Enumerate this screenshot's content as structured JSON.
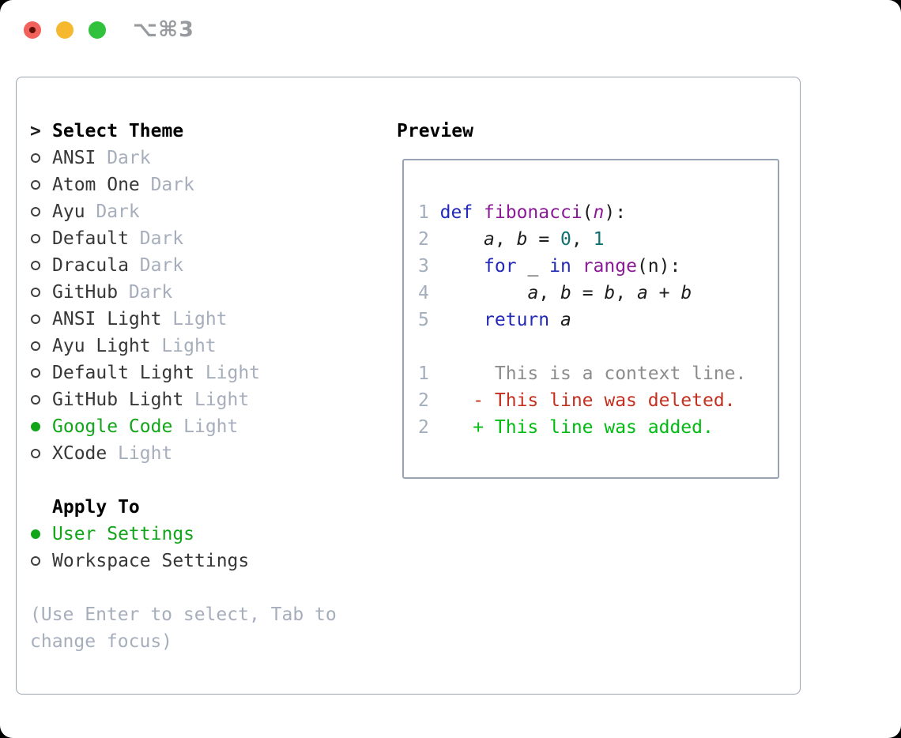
{
  "window": {
    "shortcut": "⌥⌘3"
  },
  "colors": {
    "selected_green": "#12a51a",
    "added_green": "#00bb11",
    "deleted_red": "#c4301f",
    "keyword_blue": "#2228b8",
    "function_purple": "#8a1a96",
    "literal_teal": "#0e7070",
    "muted_gray": "#a6aebc",
    "traffic_red": "#f2615b",
    "traffic_yellow": "#f5b82f",
    "traffic_green": "#31c13d",
    "border_gray": "#9aa3b4"
  },
  "theme_selector": {
    "cursor": ">",
    "title": "Select Theme",
    "items": [
      {
        "name": "ANSI",
        "variant": "Dark",
        "state": "unselected"
      },
      {
        "name": "Atom One",
        "variant": "Dark",
        "state": "unselected"
      },
      {
        "name": "Ayu",
        "variant": "Dark",
        "state": "unselected"
      },
      {
        "name": "Default",
        "variant": "Dark",
        "state": "unselected"
      },
      {
        "name": "Dracula",
        "variant": "Dark",
        "state": "unselected"
      },
      {
        "name": "GitHub",
        "variant": "Dark",
        "state": "unselected"
      },
      {
        "name": "ANSI Light",
        "variant": "Light",
        "state": "unselected"
      },
      {
        "name": "Ayu Light",
        "variant": "Light",
        "state": "unselected"
      },
      {
        "name": "Default Light",
        "variant": "Light",
        "state": "unselected"
      },
      {
        "name": "GitHub Light",
        "variant": "Light",
        "state": "unselected"
      },
      {
        "name": "Google Code",
        "variant": "Light",
        "state": "selected"
      },
      {
        "name": "XCode",
        "variant": "Light",
        "state": "unselected"
      }
    ]
  },
  "apply_to": {
    "title": "Apply To",
    "options": [
      {
        "name": "User Settings",
        "state": "selected"
      },
      {
        "name": "Workspace Settings",
        "state": "unselected"
      }
    ]
  },
  "hint": "(Use Enter to select, Tab to change focus)",
  "preview": {
    "title": "Preview",
    "code_lines": [
      {
        "num": "1",
        "tokens": [
          {
            "text": "def ",
            "style": "kw"
          },
          {
            "text": "fibonacci",
            "style": "fn"
          },
          {
            "text": "(",
            "style": "pun"
          },
          {
            "text": "n",
            "style": "fn-arg"
          },
          {
            "text": "):",
            "style": "pun"
          }
        ]
      },
      {
        "num": "2",
        "tokens": [
          {
            "text": "    ",
            "style": "pln"
          },
          {
            "text": "a",
            "style": "var"
          },
          {
            "text": ", ",
            "style": "pln"
          },
          {
            "text": "b",
            "style": "var"
          },
          {
            "text": " = ",
            "style": "pln"
          },
          {
            "text": "0",
            "style": "lit"
          },
          {
            "text": ", ",
            "style": "pln"
          },
          {
            "text": "1",
            "style": "lit"
          }
        ]
      },
      {
        "num": "3",
        "tokens": [
          {
            "text": "    ",
            "style": "pln"
          },
          {
            "text": "for",
            "style": "kw"
          },
          {
            "text": " _ ",
            "style": "pln"
          },
          {
            "text": "in",
            "style": "kw"
          },
          {
            "text": " ",
            "style": "pln"
          },
          {
            "text": "range",
            "style": "fn"
          },
          {
            "text": "(n):",
            "style": "pun"
          }
        ]
      },
      {
        "num": "4",
        "tokens": [
          {
            "text": "        ",
            "style": "pln"
          },
          {
            "text": "a",
            "style": "var"
          },
          {
            "text": ", ",
            "style": "pln"
          },
          {
            "text": "b",
            "style": "var"
          },
          {
            "text": " = ",
            "style": "pln"
          },
          {
            "text": "b",
            "style": "var"
          },
          {
            "text": ", ",
            "style": "pln"
          },
          {
            "text": "a",
            "style": "var"
          },
          {
            "text": " + ",
            "style": "pln"
          },
          {
            "text": "b",
            "style": "var"
          }
        ]
      },
      {
        "num": "5",
        "tokens": [
          {
            "text": "    ",
            "style": "pln"
          },
          {
            "text": "return",
            "style": "kw"
          },
          {
            "text": " ",
            "style": "pln"
          },
          {
            "text": "a",
            "style": "var"
          }
        ]
      },
      {
        "num": "",
        "tokens": []
      },
      {
        "num": "1",
        "tokens": [
          {
            "text": "     This is a context line.",
            "style": "ctx"
          }
        ]
      },
      {
        "num": "2",
        "tokens": [
          {
            "text": "   - This line was deleted.",
            "style": "del"
          }
        ]
      },
      {
        "num": "2",
        "tokens": [
          {
            "text": "   + This line was added.",
            "style": "add"
          }
        ]
      }
    ]
  }
}
